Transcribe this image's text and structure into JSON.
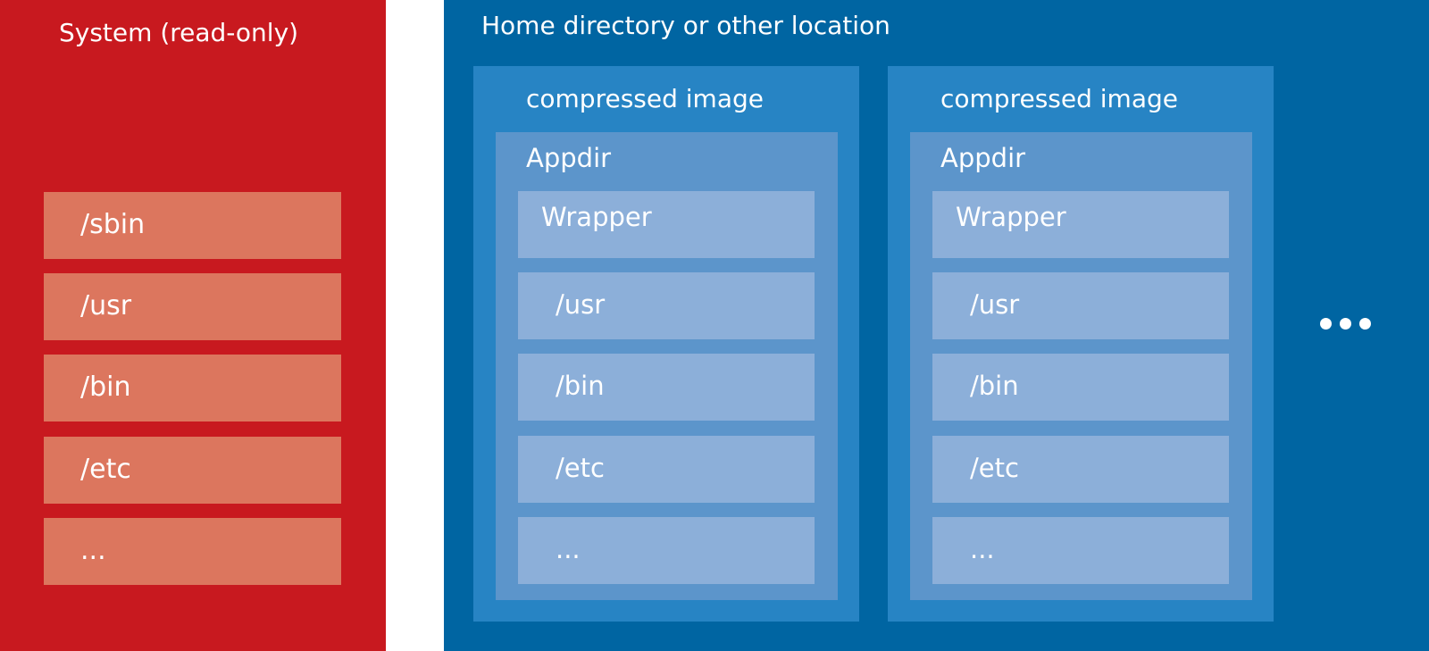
{
  "system": {
    "title": "System (read-only)",
    "items": [
      "/sbin",
      "/usr",
      "/bin",
      "/etc",
      "..."
    ]
  },
  "home": {
    "title": "Home directory or other location",
    "images": [
      {
        "title": "compressed image",
        "appdir": {
          "title": "Appdir",
          "wrapper": "Wrapper",
          "items": [
            "/usr",
            "/bin",
            "/etc",
            "..."
          ]
        }
      },
      {
        "title": "compressed image",
        "appdir": {
          "title": "Appdir",
          "wrapper": "Wrapper",
          "items": [
            "/usr",
            "/bin",
            "/etc",
            "..."
          ]
        }
      }
    ],
    "more_icon": "ellipsis-icon"
  },
  "colors": {
    "system_bg": "#c8191f",
    "system_box": "#dc765e",
    "home_bg": "#0065a2",
    "image_bg": "#2784c4",
    "appdir_bg": "#5c95cb",
    "inner_box": "#8cafd9",
    "text": "#ffffff"
  }
}
